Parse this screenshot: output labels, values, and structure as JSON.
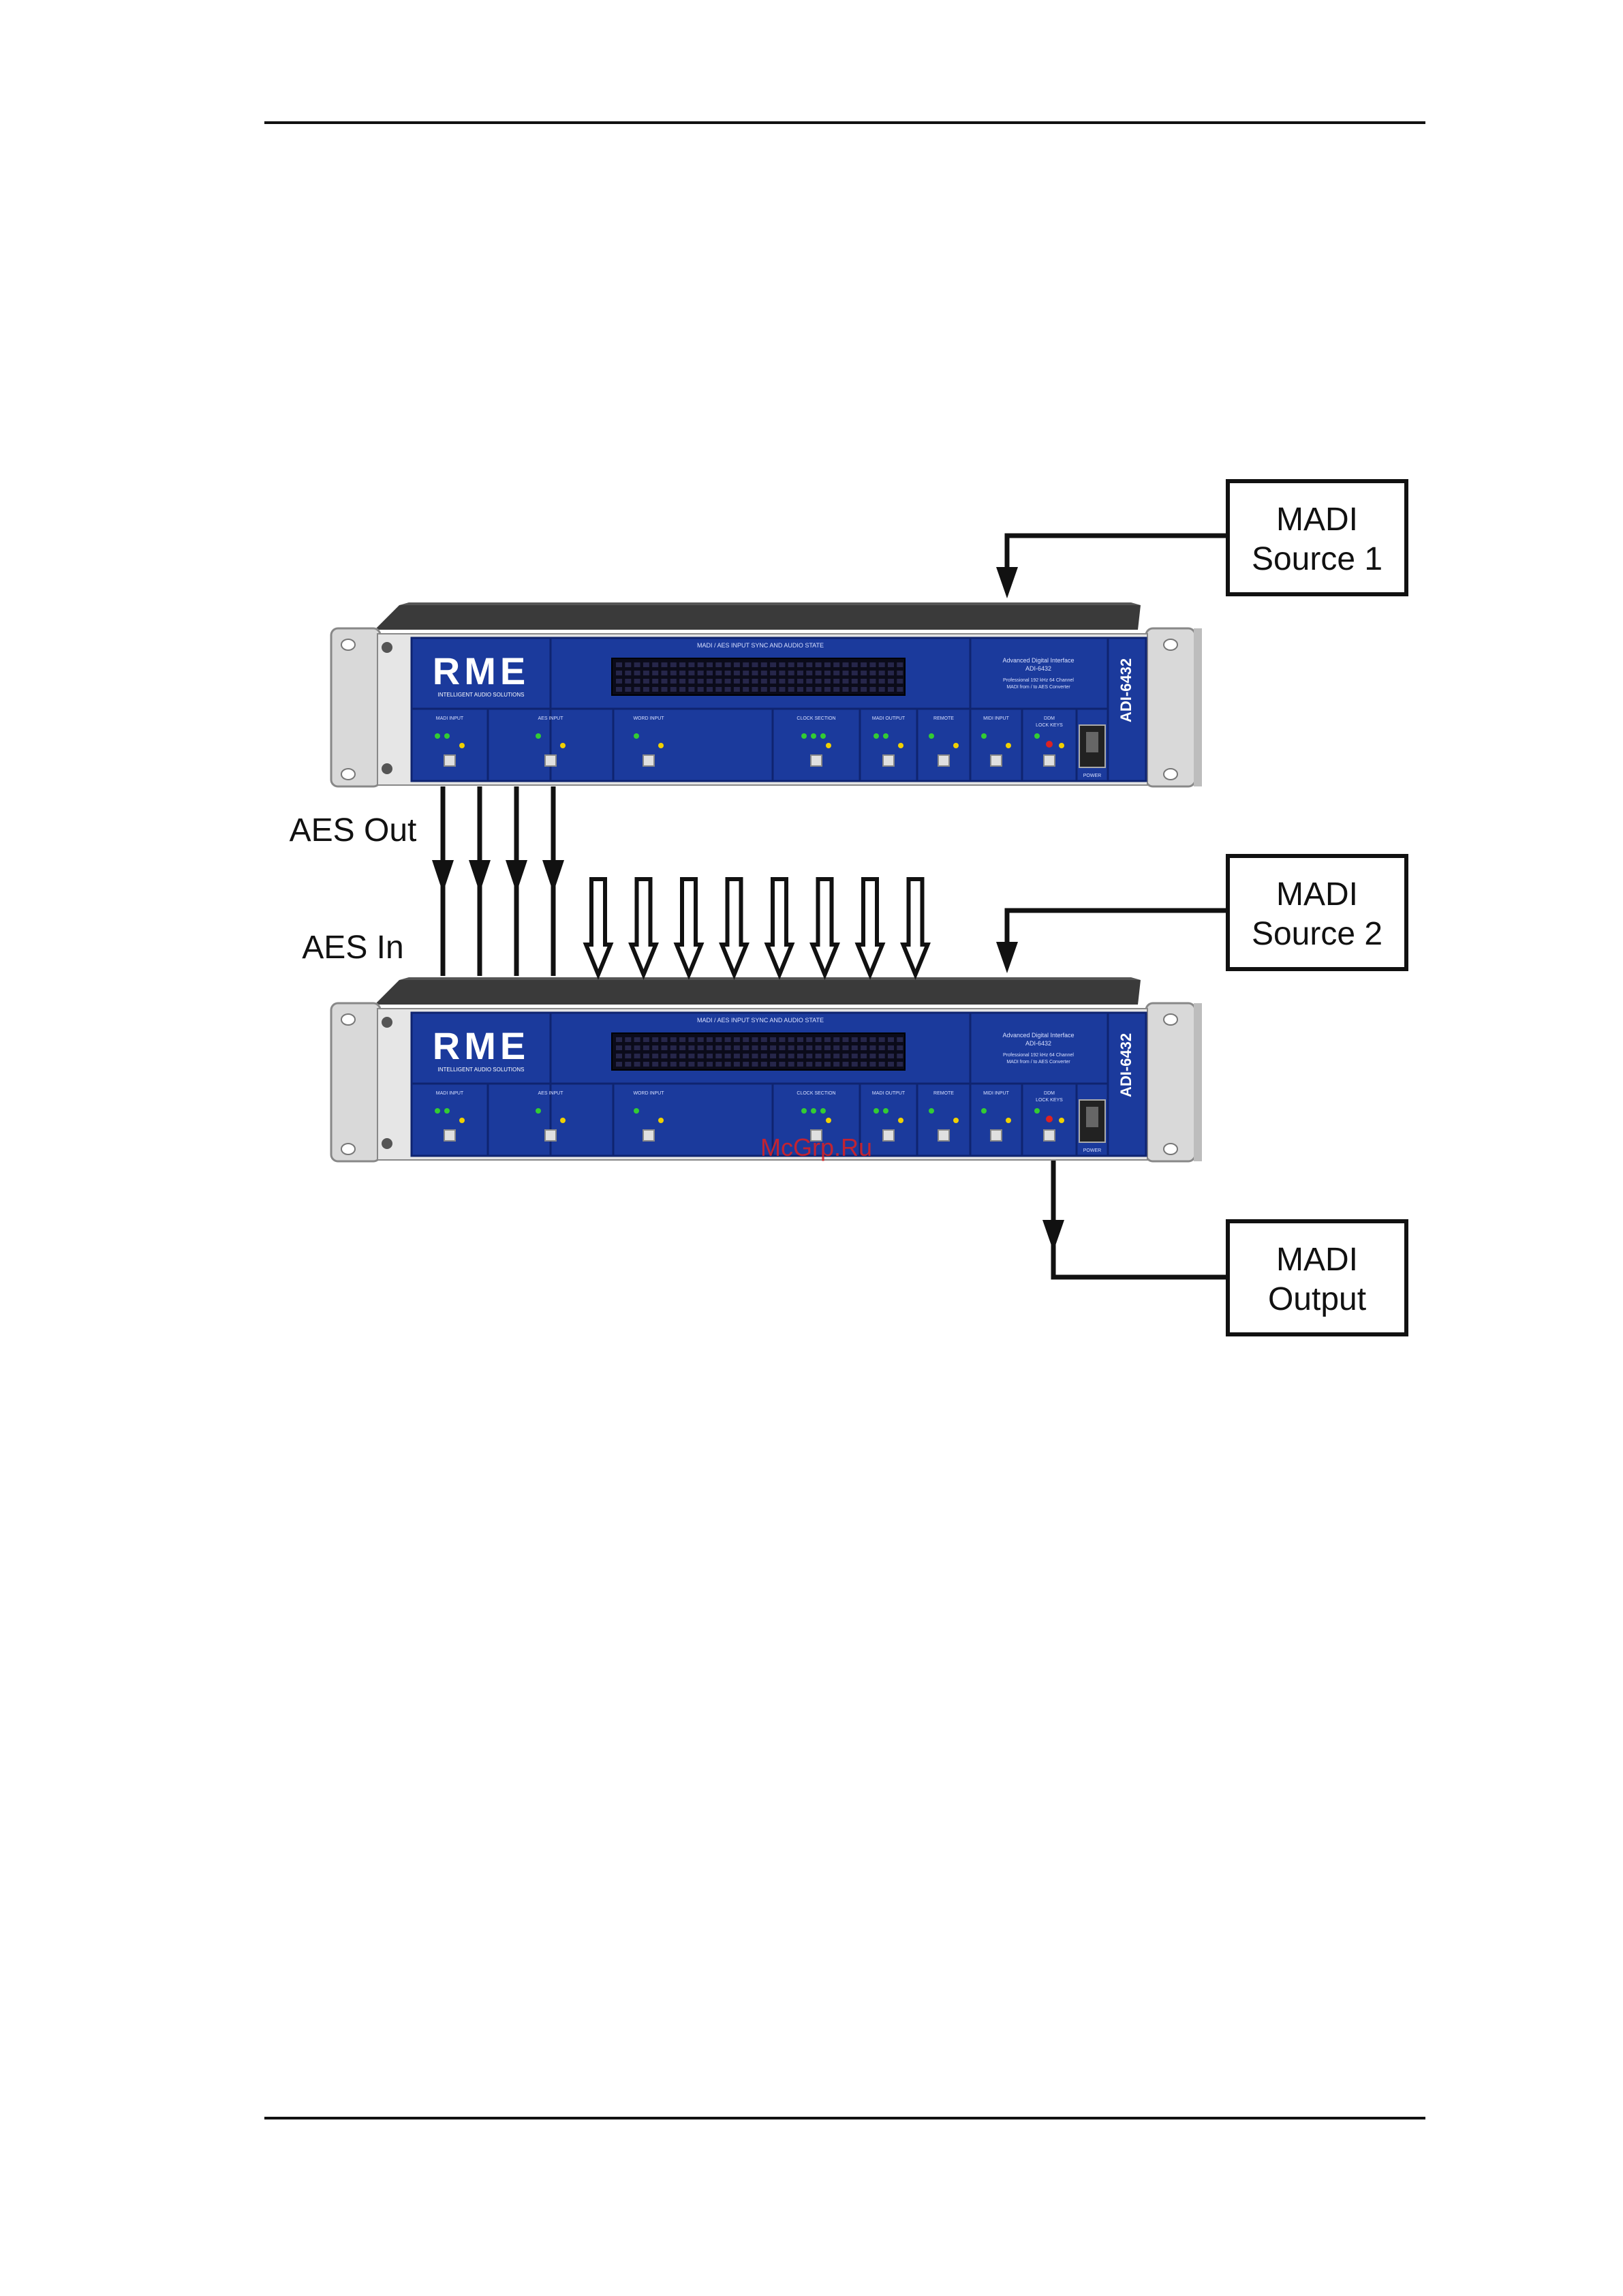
{
  "labels": {
    "aes_out": "AES Out",
    "aes_in": "AES In"
  },
  "boxes": {
    "source1": [
      "MADI",
      "Source 1"
    ],
    "source2": [
      "MADI",
      "Source 2"
    ],
    "output": [
      "MADI",
      "Output"
    ]
  },
  "device": {
    "brand": "RME",
    "brand_sub": "INTELLIGENT AUDIO SOLUTIONS",
    "model": "ADI-6432",
    "header_center": "MADI / AES INPUT SYNC AND AUDIO STATE",
    "header_right_1": "Advanced Digital Interface",
    "header_right_2": "ADI-6432",
    "header_right_3": "Professional 192 kHz 64 Channel",
    "header_right_4": "MADI from / to AES Converter",
    "section_labels": [
      "MADI INPUT",
      "AES INPUT",
      "WORD INPUT",
      "CLOCK SECTION",
      "MADI OUTPUT",
      "REMOTE",
      "MIDI INPUT",
      "DDM",
      "LOCK KEYS"
    ],
    "power_label": "POWER"
  },
  "watermark": "McGrp.Ru",
  "colors": {
    "panel_blue": "#1b3a9c",
    "panel_dark": "#0f2470",
    "rack_gray": "#d9d9d9",
    "led_green": "#33cc33",
    "led_yellow": "#f0d000",
    "led_red": "#dd2222"
  }
}
